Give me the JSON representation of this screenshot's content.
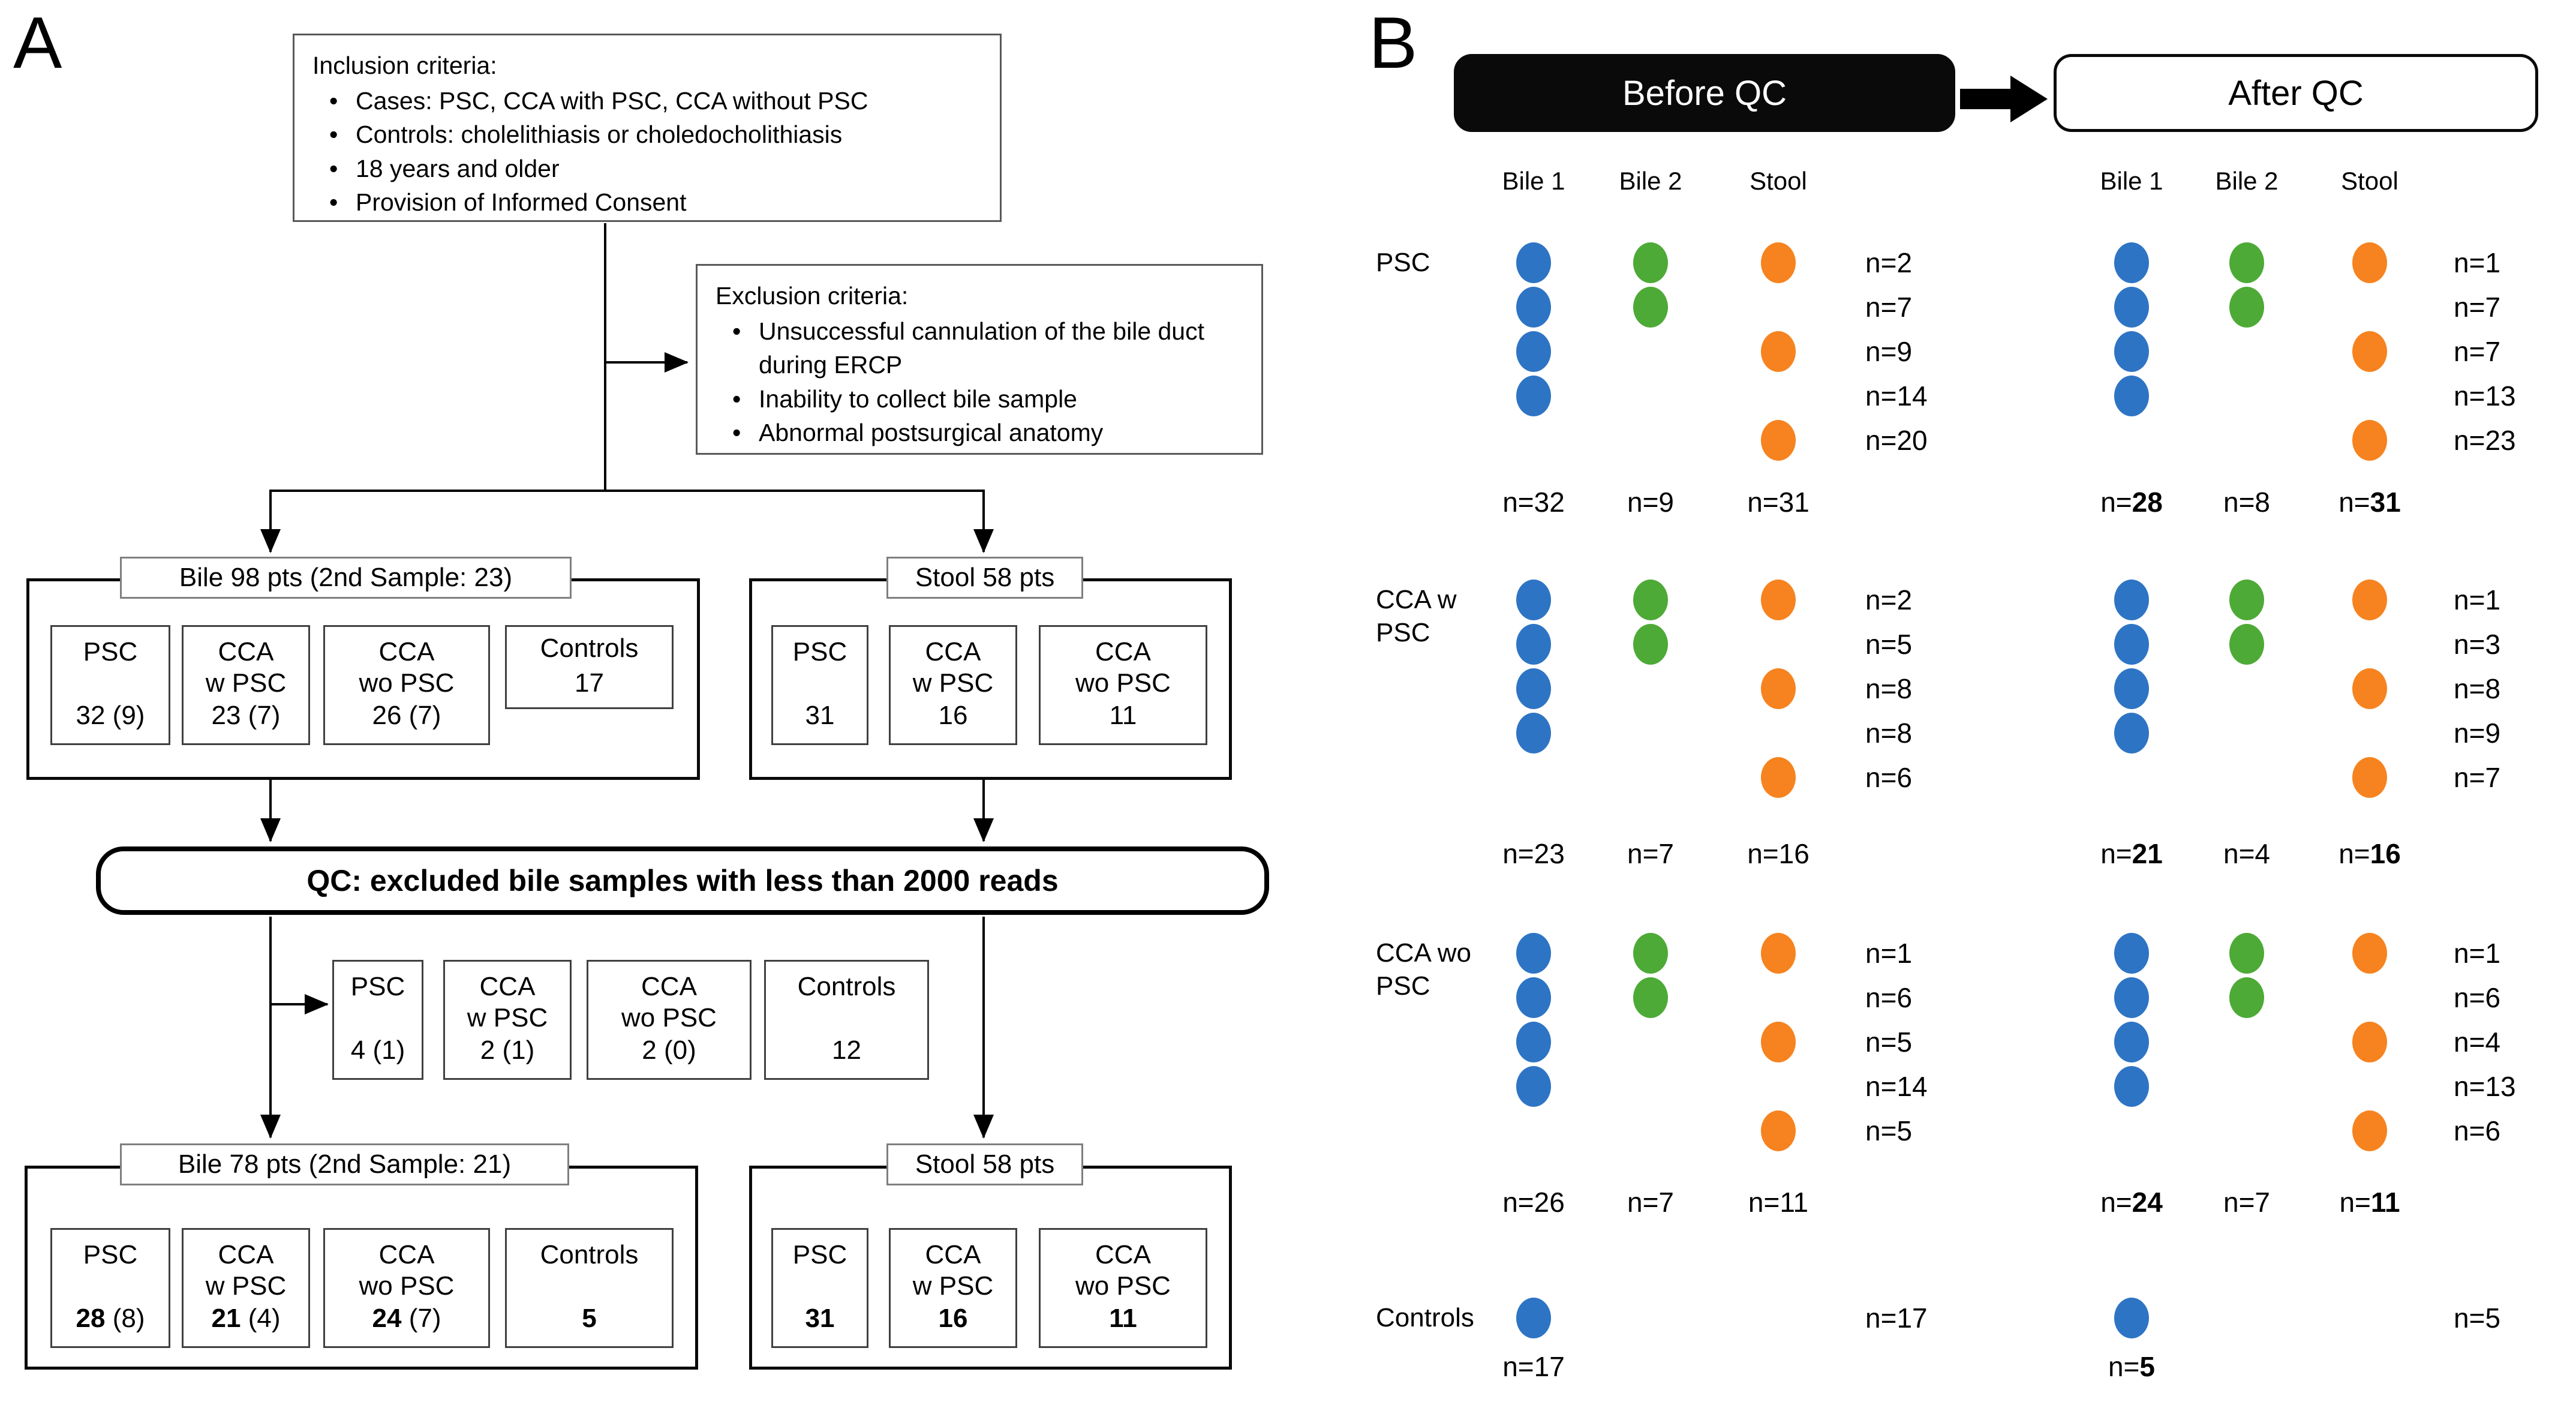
{
  "panel_a": {
    "label": "A",
    "inclusion": {
      "title": "Inclusion criteria:",
      "bullets": [
        "Cases: PSC, CCA with PSC, CCA without PSC",
        "Controls: cholelithiasis or choledocholithiasis",
        "18 years and older",
        "Provision of Informed Consent"
      ]
    },
    "exclusion": {
      "title": "Exclusion criteria:",
      "bullets": [
        "Unsuccessful cannulation of the bile duct during ERCP",
        "Inability to collect bile sample",
        "Abnormal postsurgical anatomy"
      ]
    },
    "qc": "QC: excluded bile samples with less than 2000 reads",
    "cohorts": {
      "bile_before": {
        "title": "Bile 98 pts (2nd Sample: 23)",
        "boxes": [
          {
            "label": [
              "PSC"
            ],
            "value": "32 (9)"
          },
          {
            "label": [
              "CCA",
              "w PSC"
            ],
            "value": "23 (7)"
          },
          {
            "label": [
              "CCA",
              "wo PSC"
            ],
            "value": "26 (7)"
          },
          {
            "label": [
              "Controls"
            ],
            "value": "17",
            "compact": true
          }
        ]
      },
      "stool_before": {
        "title": "Stool 58 pts",
        "boxes": [
          {
            "label": [
              "PSC"
            ],
            "value": "31"
          },
          {
            "label": [
              "CCA",
              "w PSC"
            ],
            "value": "16"
          },
          {
            "label": [
              "CCA",
              "wo PSC"
            ],
            "value": "11"
          }
        ]
      },
      "excluded": {
        "title": "",
        "boxes": [
          {
            "label": [
              "PSC"
            ],
            "value": "4 (1)"
          },
          {
            "label": [
              "CCA",
              "w PSC"
            ],
            "value": "2 (1)"
          },
          {
            "label": [
              "CCA",
              "wo PSC"
            ],
            "value": "2 (0)"
          },
          {
            "label": [
              "Controls"
            ],
            "value": "12"
          }
        ]
      },
      "bile_after": {
        "title": "Bile 78 pts (2nd Sample: 21)",
        "boxes": [
          {
            "label": [
              "PSC"
            ],
            "value": "28 (8)",
            "bold_num": true
          },
          {
            "label": [
              "CCA",
              "w PSC"
            ],
            "value": "21 (4)",
            "bold_num": true
          },
          {
            "label": [
              "CCA",
              "wo PSC"
            ],
            "value": "24 (7)",
            "bold_num": true
          },
          {
            "label": [
              "Controls"
            ],
            "value": "5",
            "bold_num": true
          }
        ]
      },
      "stool_after": {
        "title": "Stool 58 pts",
        "boxes": [
          {
            "label": [
              "PSC"
            ],
            "value": "31",
            "bold_num": true
          },
          {
            "label": [
              "CCA",
              "w PSC"
            ],
            "value": "16",
            "bold_num": true
          },
          {
            "label": [
              "CCA",
              "wo PSC"
            ],
            "value": "11",
            "bold_num": true
          }
        ]
      }
    }
  },
  "panel_b": {
    "label": "B",
    "before_title": "Before QC",
    "after_title": "After QC",
    "columns": [
      "Bile 1",
      "Bile 2",
      "Stool"
    ],
    "dot_colors": {
      "bile1": "#2E74C4",
      "bile2": "#4DAA36",
      "stool": "#F6831F"
    },
    "groups": [
      {
        "name": [
          "PSC"
        ],
        "patterns": [
          [
            1,
            1,
            1
          ],
          [
            1,
            1,
            0
          ],
          [
            1,
            0,
            1
          ],
          [
            1,
            0,
            0
          ],
          [
            0,
            0,
            1
          ]
        ],
        "before_n": [
          "2",
          "7",
          "9",
          "14",
          "20"
        ],
        "after_n": [
          "1",
          "7",
          "7",
          "13",
          "23"
        ],
        "before_totals": [
          {
            "n": "32"
          },
          {
            "n": "9"
          },
          {
            "n": "31"
          }
        ],
        "after_totals": [
          {
            "n": "28",
            "bold": true
          },
          {
            "n": "8"
          },
          {
            "n": "31",
            "bold": true
          }
        ]
      },
      {
        "name": [
          "CCA w",
          "PSC"
        ],
        "patterns": [
          [
            1,
            1,
            1
          ],
          [
            1,
            1,
            0
          ],
          [
            1,
            0,
            1
          ],
          [
            1,
            0,
            0
          ],
          [
            0,
            0,
            1
          ]
        ],
        "before_n": [
          "2",
          "5",
          "8",
          "8",
          "6"
        ],
        "after_n": [
          "1",
          "3",
          "8",
          "9",
          "7"
        ],
        "before_totals": [
          {
            "n": "23"
          },
          {
            "n": "7"
          },
          {
            "n": "16"
          }
        ],
        "after_totals": [
          {
            "n": "21",
            "bold": true
          },
          {
            "n": "4"
          },
          {
            "n": "16",
            "bold": true
          }
        ]
      },
      {
        "name": [
          "CCA wo",
          "PSC"
        ],
        "patterns": [
          [
            1,
            1,
            1
          ],
          [
            1,
            1,
            0
          ],
          [
            1,
            0,
            1
          ],
          [
            1,
            0,
            0
          ],
          [
            0,
            0,
            1
          ]
        ],
        "before_n": [
          "1",
          "6",
          "5",
          "14",
          "5"
        ],
        "after_n": [
          "1",
          "6",
          "4",
          "13",
          "6"
        ],
        "before_totals": [
          {
            "n": "26"
          },
          {
            "n": "7"
          },
          {
            "n": "11"
          }
        ],
        "after_totals": [
          {
            "n": "24",
            "bold": true
          },
          {
            "n": "7"
          },
          {
            "n": "11",
            "bold": true
          }
        ]
      },
      {
        "name": [
          "Controls"
        ],
        "patterns": [
          [
            1,
            0,
            0
          ]
        ],
        "before_n": [
          "17"
        ],
        "after_n": [
          "5"
        ],
        "before_totals": [
          {
            "n": "17"
          },
          null,
          null
        ],
        "after_totals": [
          {
            "n": "5",
            "bold": true
          },
          null,
          null
        ]
      }
    ]
  }
}
